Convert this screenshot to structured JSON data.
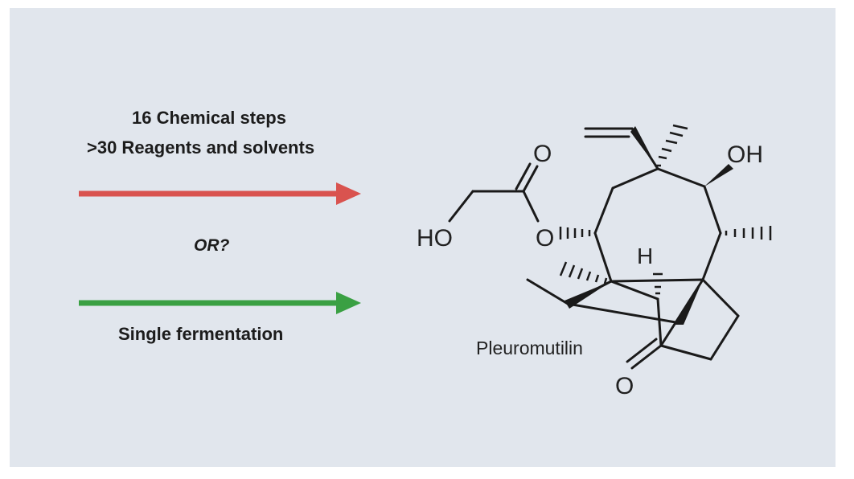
{
  "route_chemical": {
    "line1": "16 Chemical steps",
    "line2": ">30 Reagents and solvents",
    "arrow_color": "#d9534f"
  },
  "separator": {
    "text": "OR?"
  },
  "route_fermentation": {
    "text": "Single fermentation",
    "arrow_color": "#3aa043"
  },
  "molecule": {
    "name": "Pleuromutilin",
    "atoms": {
      "ho": "HO",
      "oh": "OH",
      "o_ester": "O",
      "o_carbonyl_top": "O",
      "o_ketone": "O",
      "h": "H"
    }
  }
}
